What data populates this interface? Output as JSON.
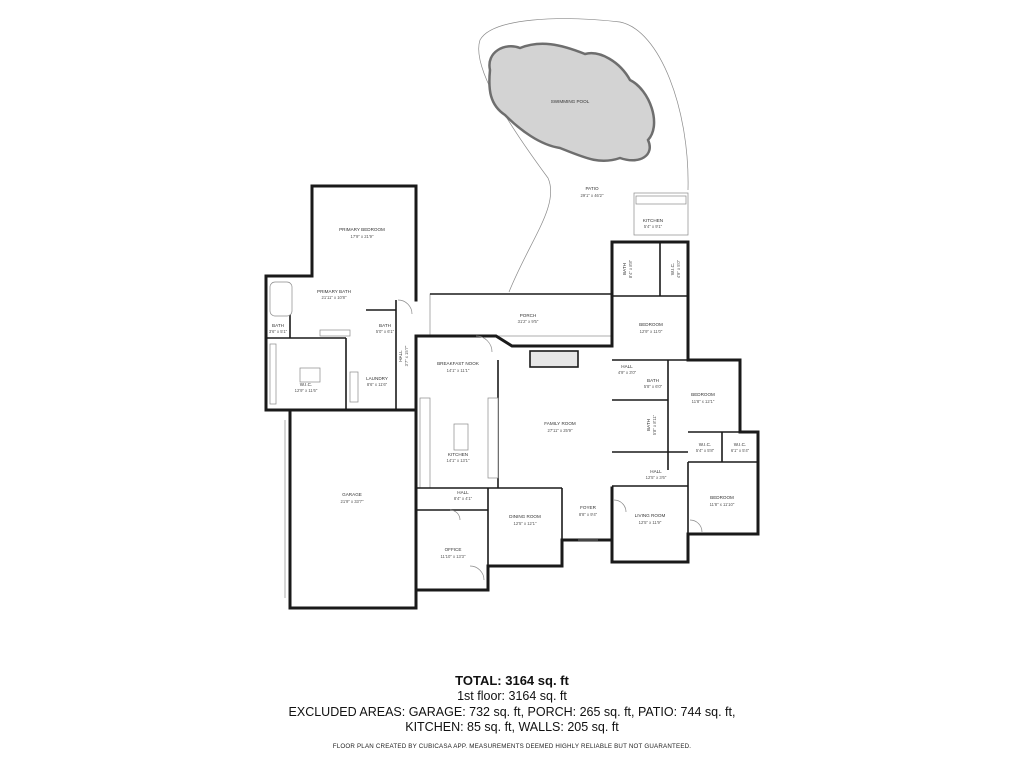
{
  "plan": {
    "rooms": {
      "swimming_pool": {
        "name": "SWIMMING POOL"
      },
      "patio": {
        "name": "PATIO",
        "dims": "29'1\" x 46'2\""
      },
      "outdoor_kitchen": {
        "name": "KITCHEN",
        "dims": "5'4\" x 9'1\""
      },
      "primary_bedroom": {
        "name": "PRIMARY BEDROOM",
        "dims": "17'9\" x 21'9\""
      },
      "primary_bath": {
        "name": "PRIMARY BATH",
        "dims": "21'11\" x 10'8\""
      },
      "bath_small": {
        "name": "BATH",
        "dims": "3'6\" x 5'1\""
      },
      "bath_primary_2": {
        "name": "BATH",
        "dims": "5'0\" x 6'1\""
      },
      "wic_primary": {
        "name": "W.I.C.",
        "dims": "12'9\" x 11'6\""
      },
      "laundry": {
        "name": "LAUNDRY",
        "dims": "8'6\" x 11'6\""
      },
      "hall_west": {
        "name": "HALL",
        "dims": "3'7\" x 15'7\""
      },
      "porch": {
        "name": "PORCH",
        "dims": "31'2\" x 9'5\""
      },
      "breakfast_nook": {
        "name": "BREAKFAST NOOK",
        "dims": "14'1\" x 11'1\""
      },
      "kitchen": {
        "name": "KITCHEN",
        "dims": "14'1\" x 13'1\""
      },
      "family_room": {
        "name": "FAMILY ROOM",
        "dims": "27'11\" x 25'9\""
      },
      "garage": {
        "name": "GARAGE",
        "dims": "21'9\" x 33'7\""
      },
      "hall_south": {
        "name": "HALL",
        "dims": "8'4\" x 4'1\""
      },
      "dining_room": {
        "name": "DINING ROOM",
        "dims": "12'5\" x 12'1\""
      },
      "foyer": {
        "name": "FOYER",
        "dims": "8'8\" x 9'4\""
      },
      "office": {
        "name": "OFFICE",
        "dims": "11'10\" x 13'3\""
      },
      "bath_ne": {
        "name": "BATH",
        "dims": "8'4\" x 8'8\""
      },
      "wic_ne": {
        "name": "W.I.C.",
        "dims": "4'9\" x 5'0\""
      },
      "bedroom_ne": {
        "name": "BEDROOM",
        "dims": "12'9\" x 11'0\""
      },
      "hall_east_small": {
        "name": "HALL",
        "dims": "4'9\" x 3'0\""
      },
      "bath_east_small": {
        "name": "BATH",
        "dims": "5'8\" x 6'0\""
      },
      "bath_east": {
        "name": "BATH",
        "dims": "5'8\" x 8'11\""
      },
      "bedroom_east": {
        "name": "BEDROOM",
        "dims": "11'8\" x 12'1\""
      },
      "wic_east_1": {
        "name": "W.I.C.",
        "dims": "5'4\" x 5'8\""
      },
      "wic_east_2": {
        "name": "W.I.C.",
        "dims": "6'1\" x 5'4\""
      },
      "hall_east": {
        "name": "HALL",
        "dims": "12'5\" x 3'6\""
      },
      "bedroom_se": {
        "name": "BEDROOM",
        "dims": "11'8\" x 11'10\""
      },
      "living_room": {
        "name": "LIVING ROOM",
        "dims": "12'5\" x 11'9\""
      }
    }
  },
  "summary": {
    "total": "TOTAL: 3164 sq. ft",
    "floor": "1st floor: 3164 sq. ft",
    "excluded_line1": "EXCLUDED AREAS: GARAGE: 732 sq. ft, PORCH: 265 sq. ft, PATIO: 744 sq. ft,",
    "excluded_line2": "KITCHEN: 85 sq. ft, WALLS: 205 sq. ft",
    "disclaimer": "FLOOR PLAN CREATED BY CUBICASA APP. MEASUREMENTS DEEMED HIGHLY RELIABLE BUT NOT GUARANTEED."
  }
}
